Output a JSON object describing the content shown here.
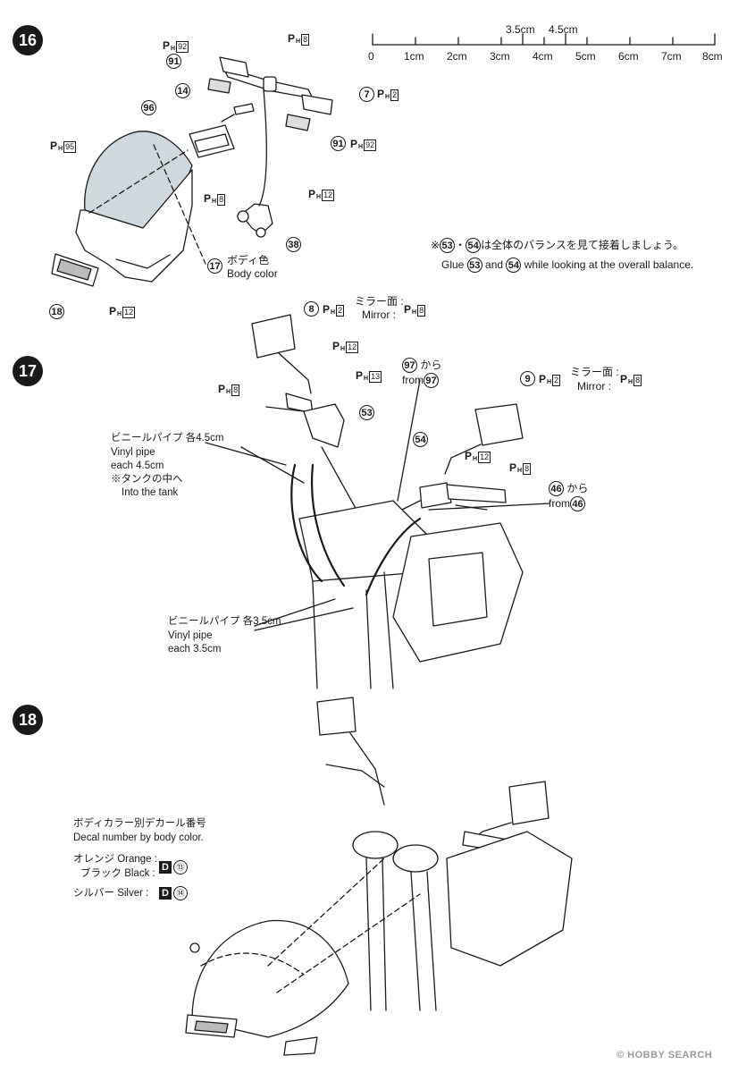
{
  "steps": {
    "s16": "16",
    "s17": "17",
    "s18": "18"
  },
  "ruler": {
    "top_labels": [
      "3.5cm",
      "4.5cm"
    ],
    "ticks": [
      "0",
      "1cm",
      "2cm",
      "3cm",
      "4cm",
      "5cm",
      "6cm",
      "7cm",
      "8cm"
    ]
  },
  "step16": {
    "ph92_top": "92",
    "ph8_top": "8",
    "ph2": "2",
    "ph92_right": "92",
    "ph8_mid": "8",
    "ph12": "12",
    "ph95": "95",
    "ph12_bottom": "12",
    "part91a": "91",
    "part14": "14",
    "part96": "96",
    "part7": "7",
    "part91b": "91",
    "part38": "38",
    "part17": "17",
    "part18": "18",
    "body_jp": "ボディ色",
    "body_en": "Body color"
  },
  "note": {
    "mark": "※",
    "a": "53",
    "b": "54",
    "jp_tail": "は全体のバランスを見て接着しましょう。",
    "en_head": "Glue",
    "en_mid": "and",
    "en_tail": "while looking at the overall balance."
  },
  "step17": {
    "part8": "8",
    "ph2_8": "2",
    "mirror_face_jp": "ミラー面",
    "mirror_en": "Mirror",
    "ph_mirror8": "8",
    "ph12a": "12",
    "ph13": "13",
    "ph8_left": "8",
    "part53": "53",
    "part97": "97",
    "kara": "から",
    "from": "from",
    "part9": "9",
    "ph2_9": "2",
    "mirror_face_jp2": "ミラー面",
    "mirror_en2": "Mirror",
    "ph_mirror8b": "8",
    "part54": "54",
    "ph12b": "12",
    "ph8_right": "8",
    "part46": "46",
    "vinyl45_jp": "ビニールパイプ 各4.5cm",
    "vinyl_en": "Vinyl pipe",
    "each45": "each 4.5cm",
    "tank_jp": "※タンクの中へ",
    "tank_en": "Into the tank",
    "vinyl35_jp": "ビニールパイプ 各3.5cm",
    "vinyl_en2": "Vinyl pipe",
    "each35": "each 3.5cm"
  },
  "step18": {
    "decal_jp": "ボディカラー別デカール番号",
    "decal_en": "Decal number by body color.",
    "orange": "オレンジ Orange",
    "black": "ブラック Black",
    "silver": "シルバー Silver",
    "d": "D",
    "d13": "⑬",
    "d14": "⑭"
  },
  "watermark": {
    "symbol": "©",
    "brand": "HOBBY SEARCH"
  }
}
